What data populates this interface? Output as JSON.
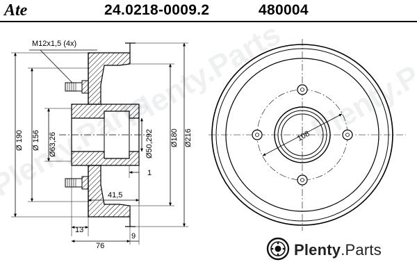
{
  "header": {
    "logo": "Ate",
    "part_number": "24.0218-0009.2",
    "reference_number": "480004"
  },
  "dimensions": {
    "thread": "M12x1,5 (4x)",
    "d190": "Ø 190",
    "d156": "Ø 156",
    "d63": "Ø63,26",
    "d50": "Ø50,292",
    "d180": "Ø180",
    "d216": "Ø216",
    "offset_1": "1",
    "depth_41": "41,5",
    "width_13": "13",
    "width_76": "76",
    "width_9": "9",
    "bolt_circle": "108"
  },
  "watermark": {
    "text": "Plenty.Parts"
  },
  "brand": {
    "name_bold": "Plenty",
    "name_rest": ".Parts"
  }
}
